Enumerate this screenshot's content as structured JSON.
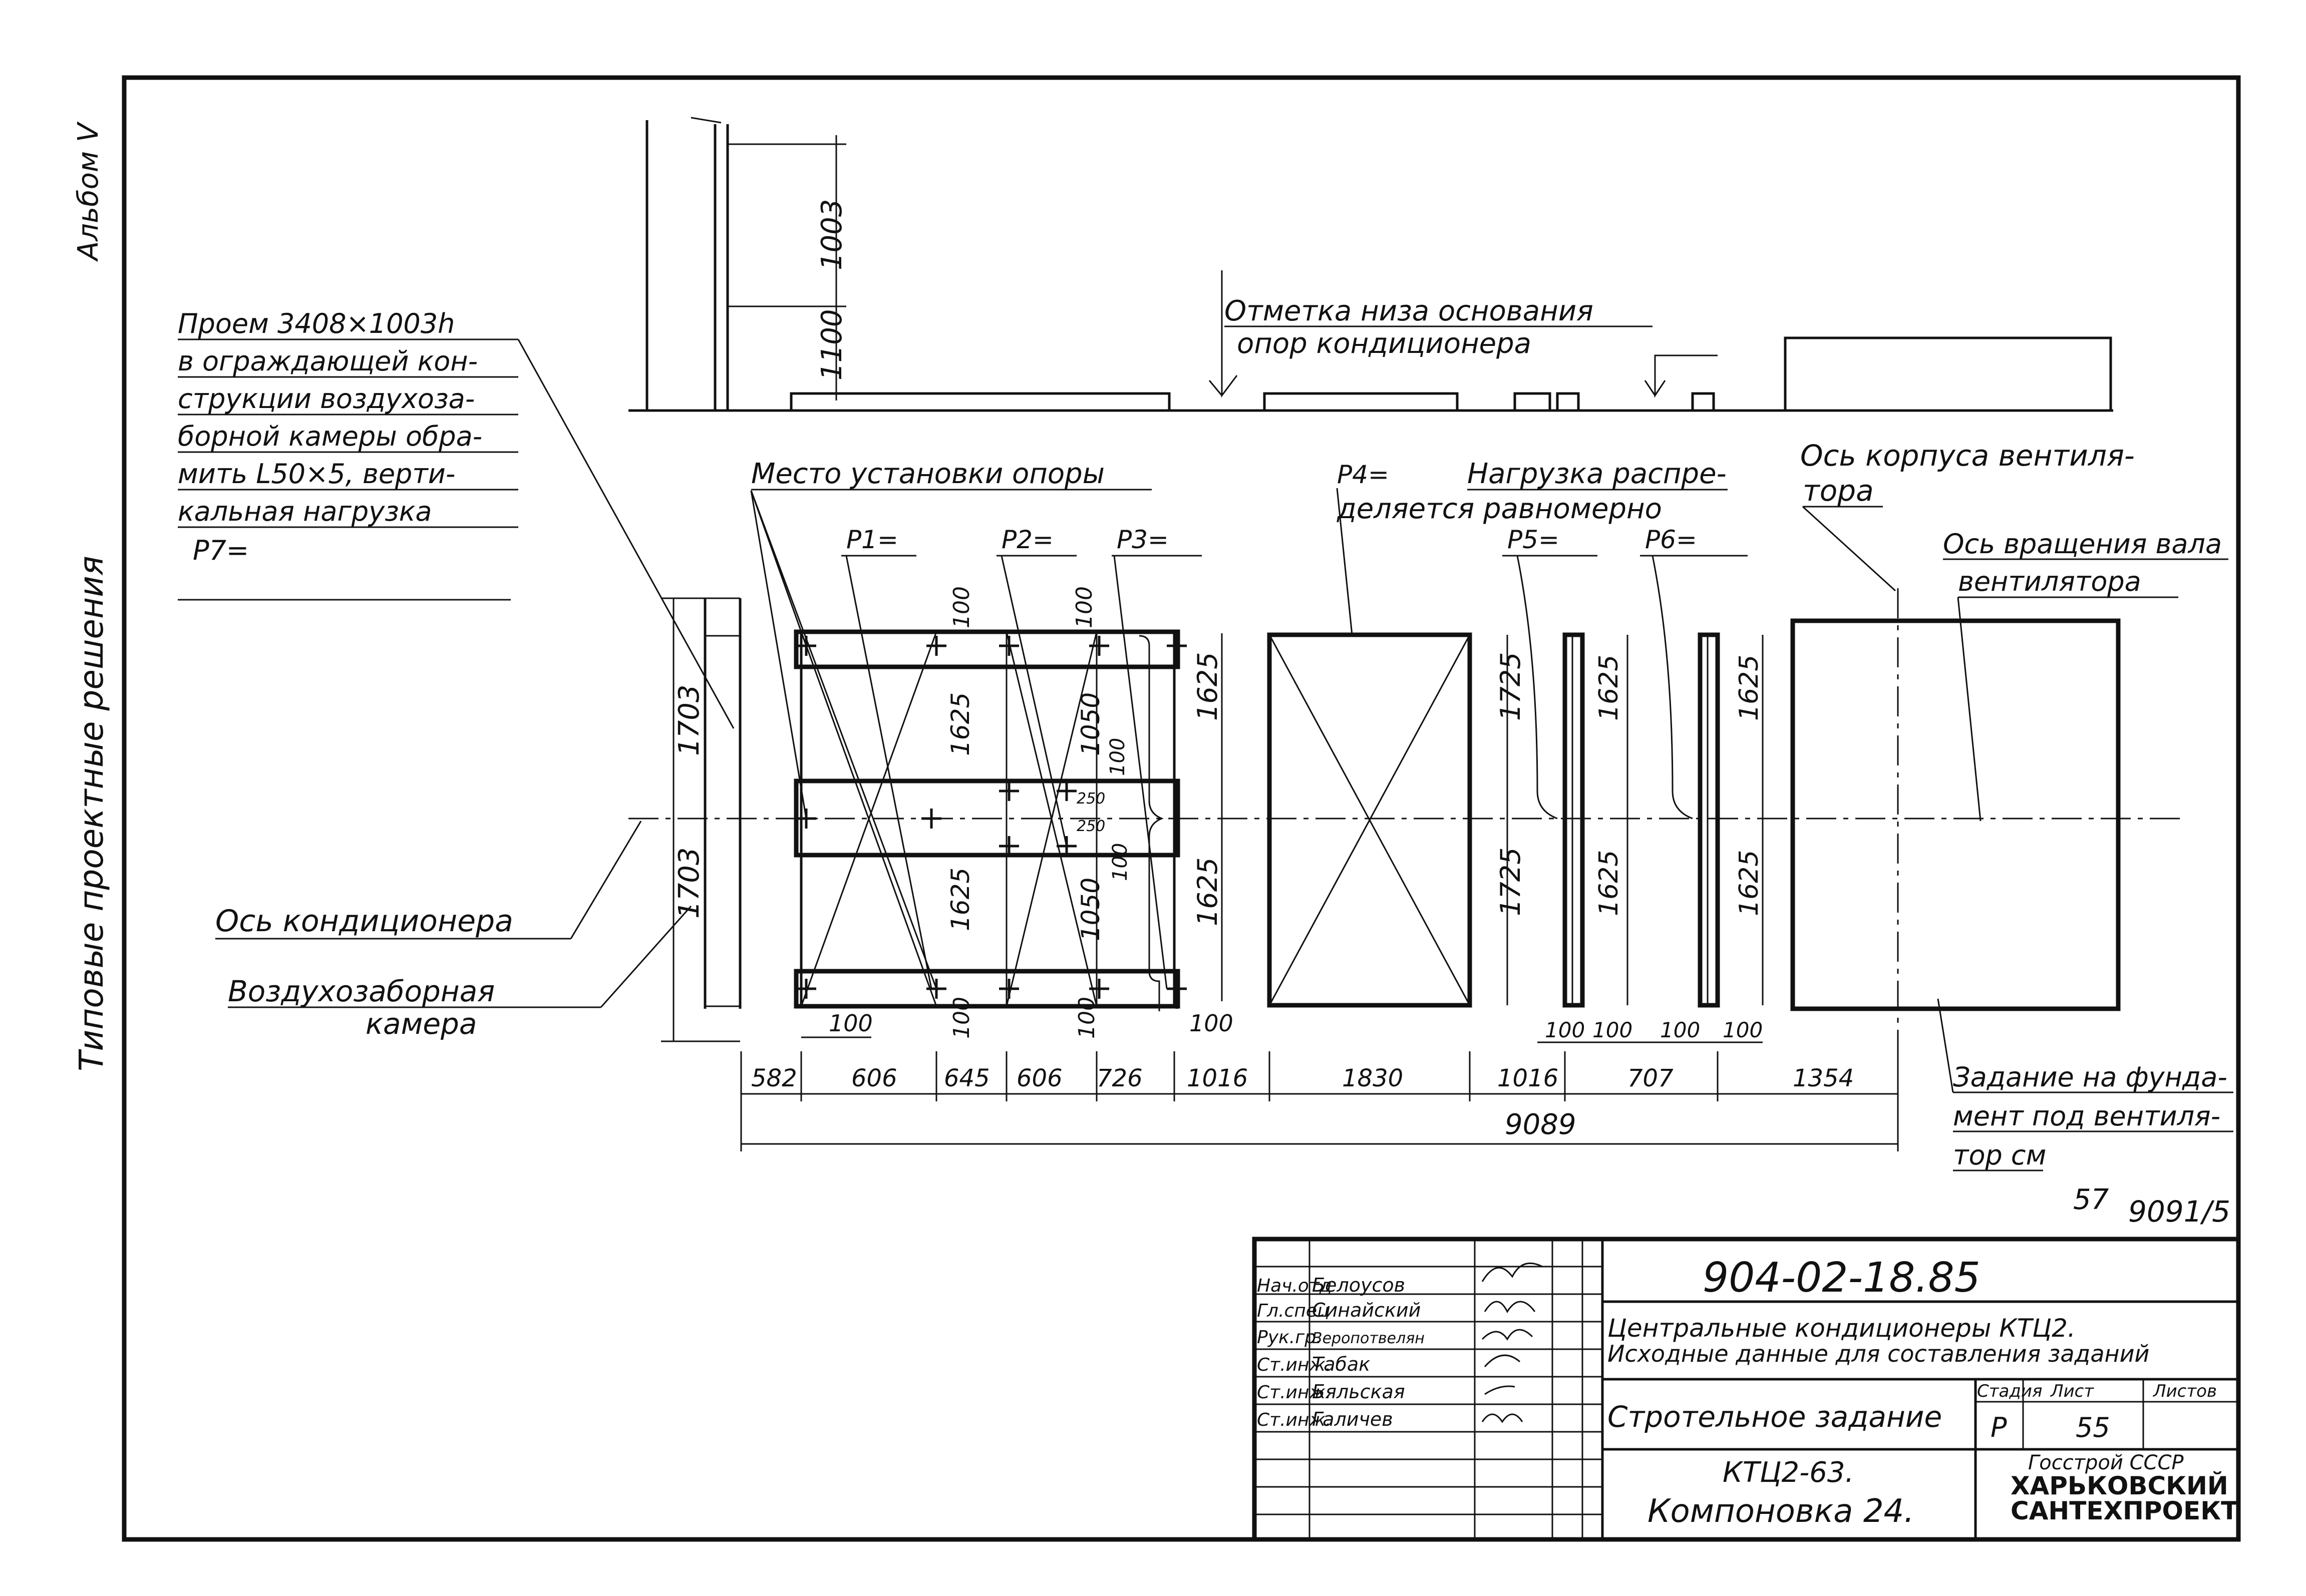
{
  "side": {
    "album": "Альбом V",
    "series": "Типовые проектные решения"
  },
  "notes": {
    "opening": [
      "Проем 3408×1003h",
      "в ограждающей кон-",
      "струкции воздухоза-",
      "борной камеры обра-",
      "мить L50×5, верти-",
      "кальная нагрузка",
      "P7="
    ],
    "support_level": [
      "Отметка низа основания",
      "опор кондиционера"
    ],
    "support_place": "Место установки опоры",
    "p4": "P4=",
    "load": [
      "Нагрузка распре-",
      "деляется равномерно"
    ],
    "fan_body_axis": [
      "Ось корпуса вентиля-",
      "тора"
    ],
    "fan_shaft_axis": [
      "Ось вращения вала",
      "вентилятора"
    ],
    "conditioner_axis": "Ось кондиционера",
    "air_chamber": [
      "Воздухозаборная",
      "камера"
    ],
    "foundation": [
      "Задание на фунда-",
      "мент под вентиля-",
      "тор см"
    ],
    "ref_sheet": "57",
    "ref_doc": "9091/5"
  },
  "loads": [
    "P1=",
    "P2=",
    "P3=",
    "P5=",
    "P6="
  ],
  "dims": {
    "side_1003": "1003",
    "side_1100": "1100",
    "left_1703_top": "1703",
    "left_1703_bottom": "1703",
    "v1625": "1625",
    "v1725": "1725",
    "v1050": "1050",
    "d100": "100",
    "d250": "250",
    "bottom_chain": [
      "582",
      "606",
      "645",
      "606",
      "726",
      "1016",
      "1830",
      "1016",
      "707",
      "1354"
    ],
    "total": "9089"
  },
  "title_block": {
    "code": "904-02-18.85",
    "staff": [
      {
        "role": "Нач.отд",
        "name": "Белоусов"
      },
      {
        "role": "Гл.спец",
        "name": "Синайский"
      },
      {
        "role": "Рук.гр.",
        "name": "Веропотвелян"
      },
      {
        "role": "Ст.инж.",
        "name": "Табак"
      },
      {
        "role": "Ст.инж.",
        "name": "Бяльская"
      },
      {
        "role": "Ст.инж.",
        "name": "Галичев"
      }
    ],
    "subject_line1": "Центральные кондиционеры КТЦ2.",
    "subject_line2": "Исходные данные для составления заданий",
    "task": "Стротельное задание",
    "headers": {
      "stage": "Стадия",
      "sheet": "Лист",
      "sheets": "Листов"
    },
    "stage": "Р",
    "sheet": "55",
    "unit_line1": "КТЦ2-63.",
    "unit_line2": "Компоновка 24.",
    "org1": "Госстрой СССР",
    "org2": "ХАРЬКОВСКИЙ",
    "org3": "САНТЕХПРОЕКТ"
  }
}
